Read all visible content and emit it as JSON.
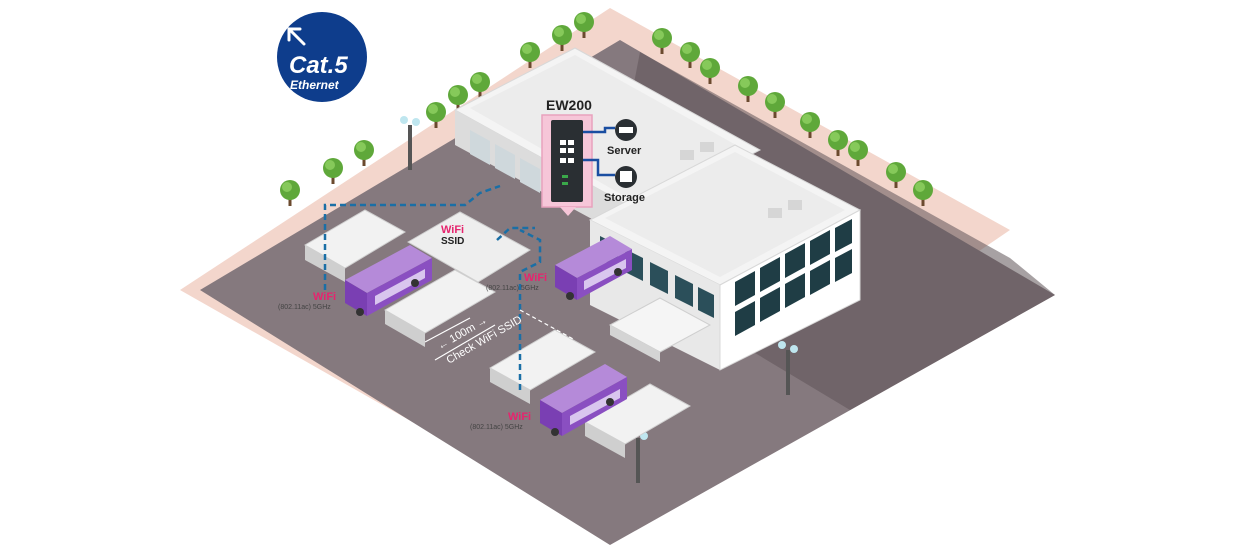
{
  "badge": {
    "main": "Cat.5",
    "sub": "Ethernet",
    "color": "#0e3d8c",
    "icon": "arrow-up-left-icon"
  },
  "device": {
    "name": "EW200",
    "connections": [
      {
        "label": "Server",
        "icon": "server-icon"
      },
      {
        "label": "Storage",
        "icon": "storage-icon"
      }
    ]
  },
  "access_points": [
    {
      "wifi": "WiFi",
      "detail": "(802.11ac) 5GHz"
    },
    {
      "wifi": "WiFi",
      "detail": "(802.11ac) 5GHz"
    },
    {
      "wifi": "WiFi",
      "detail": "(802.11ac) 5GHz"
    }
  ],
  "ssid_label": {
    "wifi": "WiFi",
    "ssid": "SSID"
  },
  "range_note": {
    "distance": "← 100m →",
    "action": "Check WiFi SSID"
  },
  "colors": {
    "wifi_label": "#e6246e",
    "cable_line": "#1a6fa6",
    "bus": "#8a4fc1",
    "ground": "#85797e",
    "sidewalk": "#f3d6cc",
    "building": "#f2f2f2",
    "window": "#1f3d45",
    "device_highlight": "#f6c6d8"
  }
}
